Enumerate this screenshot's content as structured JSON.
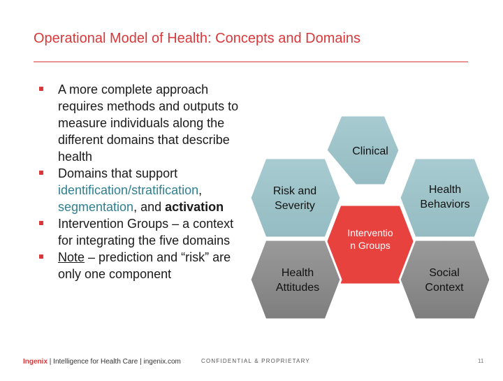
{
  "slide": {
    "title": "Operational Model of Health: Concepts and Domains",
    "bullets": {
      "b1": "A more complete approach requires methods and outputs to measure individuals along the different domains that describe health",
      "b2_pre": "Domains that support ",
      "b2_term1": "identification/stratification",
      "b2_sep1": ", ",
      "b2_term2": "segmentation",
      "b2_sep2": ", and ",
      "b2_term3": "activation",
      "b3": "Intervention Groups – a context for integrating the five domains",
      "b4_note": "Note",
      "b4_rest": " – prediction and “risk” are only one component"
    },
    "hexagons": {
      "clinical": "Clinical",
      "risk_line1": "Risk and",
      "risk_line2": "Severity",
      "health_beh_line1": "Health",
      "health_beh_line2": "Behaviors",
      "intervention_line1": "Interventio",
      "intervention_line2": "n Groups",
      "attitudes_line1": "Health",
      "attitudes_line2": "Attitudes",
      "social_line1": "Social",
      "social_line2": "Context"
    },
    "footer": {
      "brand": "Ingenix",
      "tagline": " | Intelligence for Health Care | ingenix.com",
      "confidential": "CONFIDENTIAL & PROPRIETARY",
      "page_number": "11"
    }
  },
  "colors": {
    "accent_red": "#d9383a",
    "teal_hex": "#9dc3c9",
    "gray_hex": "#8a8a8a",
    "red_hex": "#e8423f"
  }
}
